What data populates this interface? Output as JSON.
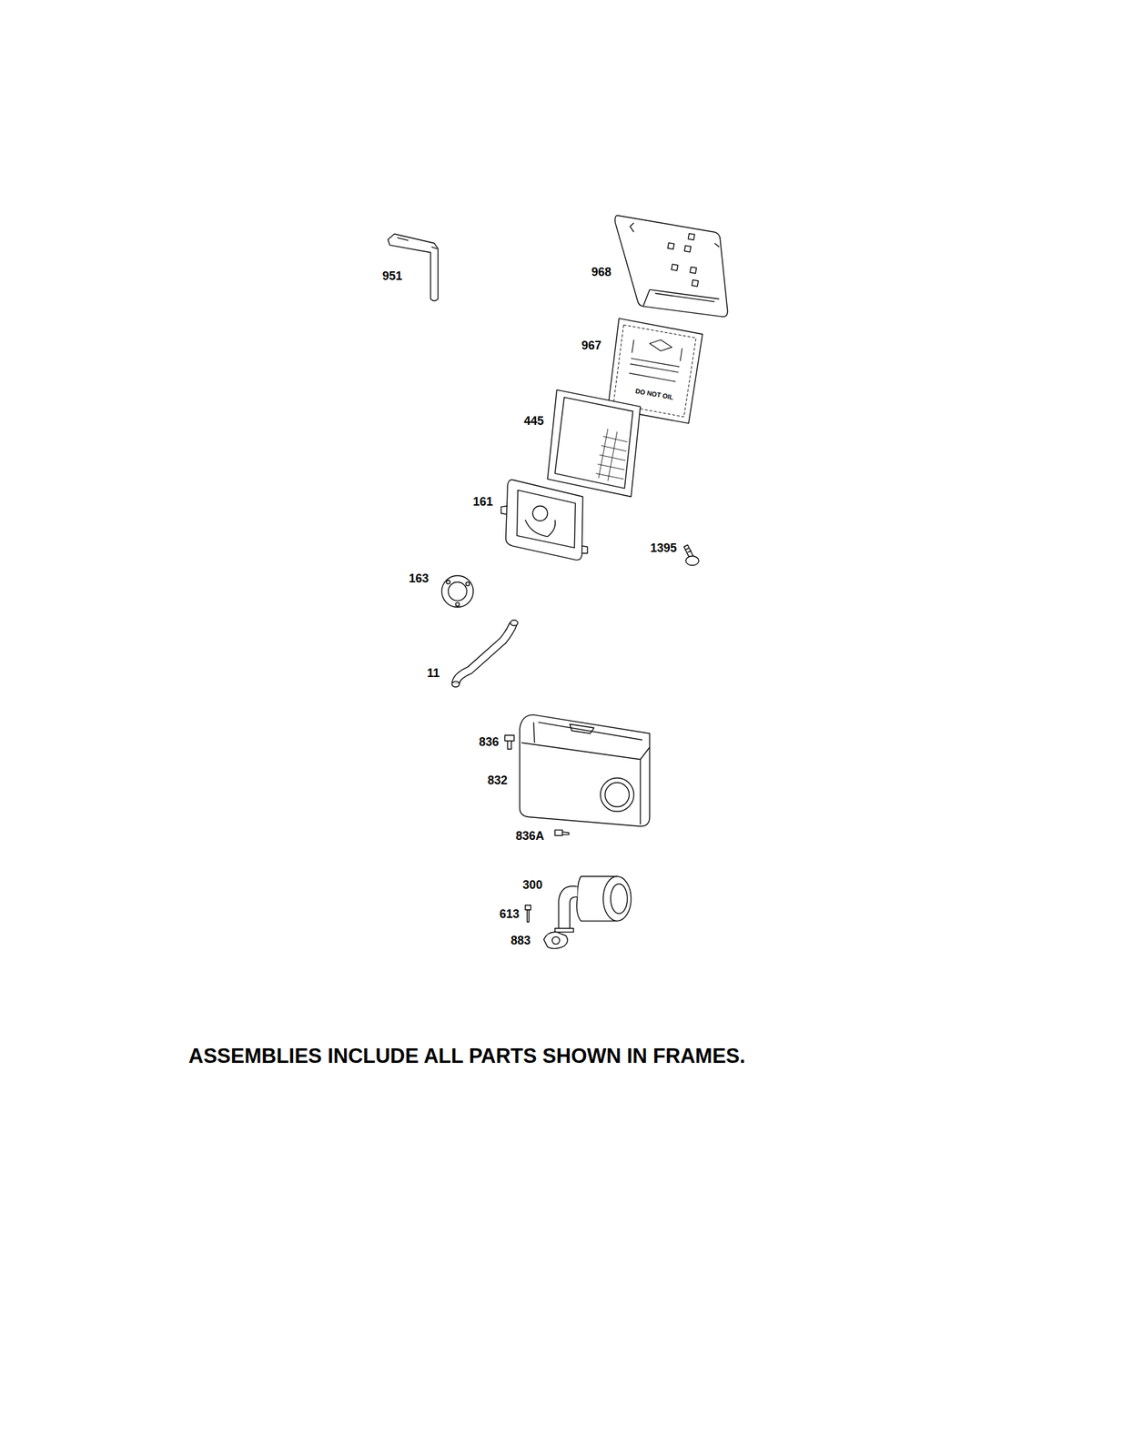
{
  "diagram": {
    "caption": "ASSEMBLIES INCLUDE ALL PARTS SHOWN IN FRAMES.",
    "labels": [
      "951",
      "968",
      "967",
      "445",
      "161",
      "1395",
      "163",
      "11",
      "836",
      "832",
      "836A",
      "300",
      "613",
      "883",
      "DO NOT OIL"
    ]
  }
}
